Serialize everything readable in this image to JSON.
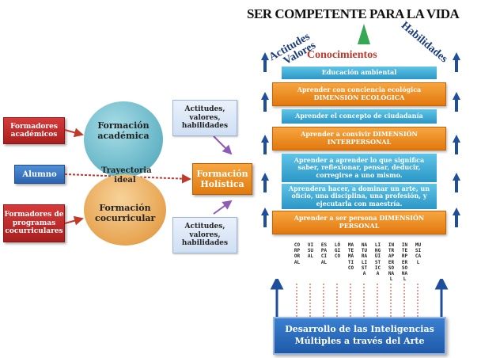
{
  "title": "SER COMPETENTE PARA LA VIDA",
  "top_labels": {
    "actitudes": "Actitudes",
    "valores": "Valores",
    "conocimientos": "Conocimientos",
    "habilidades": "Habilidades"
  },
  "left": {
    "formadores_academicos": "Formadores académicos",
    "alumno": "Alumno",
    "formadores_programas": "Formadores de programas cocurriculares",
    "circle_academica": "Formación académica",
    "trayectoria": "Trayectoria ideal",
    "circle_cocurricular": "Formación cocurricular",
    "attr_top": "Actitudes, valores, habilidades",
    "attr_bottom": "Actitudes, valores, habilidades",
    "holistica": "Formación Holística"
  },
  "bars": [
    {
      "text": "Educación ambiental",
      "kind": "cyan"
    },
    {
      "text": "Aprender con conciencia ecológica DIMENSIÓN ECOLÓGICA",
      "kind": "orange"
    },
    {
      "text": "Aprender el concepto de ciudadanía",
      "kind": "cyan"
    },
    {
      "text": "Aprender a convivir DIMENSIÓN INTERPERSONAL",
      "kind": "orange"
    },
    {
      "text": "Aprender a aprender lo que significa saber, reflexionar, pensar, deducir, corregirse a uno mismo.",
      "kind": "cyan"
    },
    {
      "text": "Aprendera hacer, a dominar un arte, un oficio, una disciplina, una profesión, y ejecutarla con maestría.",
      "kind": "cyan"
    },
    {
      "text": "Aprender a ser persona DIMENSIÓN PERSONAL",
      "kind": "orange"
    }
  ],
  "intelligences": [
    "CORPORAL",
    "VISUAL",
    "ESPACIAL",
    "LÓGICO",
    "MATEMÁTICO",
    "NATURALISTA",
    "LINGÜÍSTICA",
    "INTRAPERSONAL",
    "INTERPERSONAL",
    "MUSICAL"
  ],
  "bottom": "Desarrollo de las Inteligencias Múltiples a través del Arte",
  "colors": {
    "orange": "#e2780e",
    "cyan": "#2b96c6",
    "red": "#c0392b",
    "navy": "#1f4f9a"
  }
}
